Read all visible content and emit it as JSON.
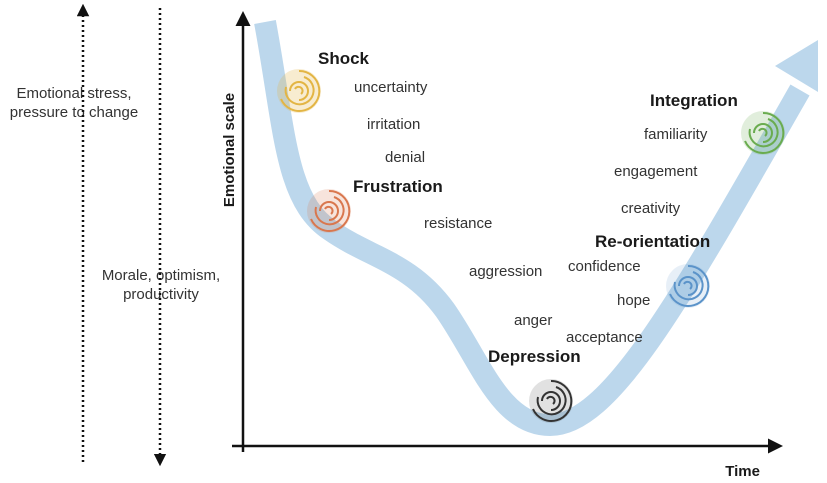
{
  "side_labels": {
    "stress": "Emotional stress, pressure to change",
    "morale": "Morale, optimism, productivity"
  },
  "axes": {
    "y_label": "Emotional scale",
    "x_label": "Time"
  },
  "stages": {
    "shock": "Shock",
    "frustration": "Frustration",
    "depression": "Depression",
    "reorientation": "Re-orientation",
    "integration": "Integration"
  },
  "words": {
    "uncertainty": "uncertainty",
    "irritation": "irritation",
    "denial": "denial",
    "resistance": "resistance",
    "aggression": "aggression",
    "anger": "anger",
    "acceptance": "acceptance",
    "hope": "hope",
    "confidence": "confidence",
    "creativity": "creativity",
    "engagement": "engagement",
    "familiarity": "familiarity"
  },
  "colors": {
    "curve": "#bcd7ec",
    "shock": "#e3b544",
    "frustration": "#d9774e",
    "depression": "#333333",
    "reorientation": "#5b93c9",
    "integration": "#6aac4f"
  }
}
